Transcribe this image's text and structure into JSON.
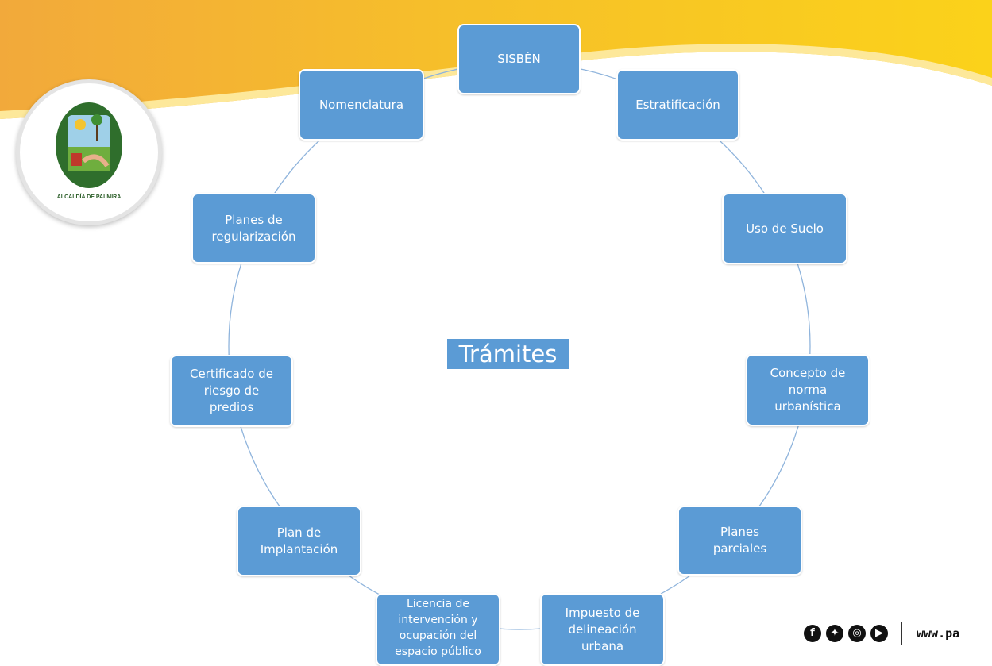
{
  "logo": {
    "caption": "ALCALDÍA DE PALMIRA"
  },
  "center": {
    "label": "Trámites"
  },
  "nodes": [
    {
      "id": "sisben",
      "label": "SISBÉN"
    },
    {
      "id": "estratificacion",
      "label": "Estratificación"
    },
    {
      "id": "uso-de-suelo",
      "label": "Uso de Suelo"
    },
    {
      "id": "concepto-norma",
      "label": "Concepto de\nnorma\nurbanística"
    },
    {
      "id": "planes-parciales",
      "label": "Planes\nparciales"
    },
    {
      "id": "impuesto-delineacion",
      "label": "Impuesto de\ndelineación\nurbana"
    },
    {
      "id": "licencia-intervencion",
      "label": "Licencia de\nintervención y\nocupación del\nespacio público"
    },
    {
      "id": "plan-implantacion",
      "label": "Plan de\nImplantación"
    },
    {
      "id": "certificado-riesgo",
      "label": "Certificado de\nriesgo de\npredios"
    },
    {
      "id": "planes-regularizacion",
      "label": "Planes de\nregularización"
    },
    {
      "id": "nomenclatura",
      "label": "Nomenclatura"
    }
  ],
  "footer": {
    "social_icons": [
      "facebook-icon",
      "twitter-icon",
      "instagram-icon",
      "youtube-icon"
    ],
    "website": "www.pa"
  },
  "colors": {
    "node": "#5b9bd5",
    "connector": "#8fb4dc",
    "banner": "#f7c21c"
  }
}
